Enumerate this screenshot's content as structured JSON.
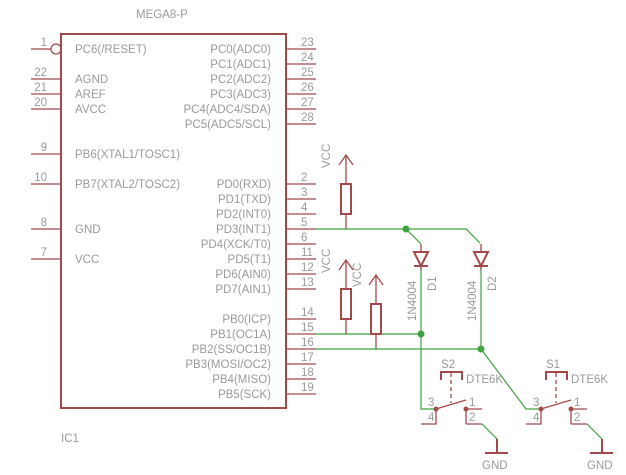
{
  "chip": {
    "value": "MEGA8-P",
    "name": "IC1",
    "left_pins": [
      {
        "num": "1",
        "label": "PC6(/RESET)"
      },
      {
        "num": "22",
        "label": "AGND"
      },
      {
        "num": "21",
        "label": "AREF"
      },
      {
        "num": "20",
        "label": "AVCC"
      },
      {
        "num": "9",
        "label": "PB6(XTAL1/TOSC1)"
      },
      {
        "num": "10",
        "label": "PB7(XTAL2/TOSC2)"
      },
      {
        "num": "8",
        "label": "GND"
      },
      {
        "num": "7",
        "label": "VCC"
      }
    ],
    "right_pins": [
      {
        "num": "23",
        "label": "PC0(ADC0)"
      },
      {
        "num": "24",
        "label": "PC1(ADC1)"
      },
      {
        "num": "25",
        "label": "PC2(ADC2)"
      },
      {
        "num": "26",
        "label": "PC3(ADC3)"
      },
      {
        "num": "27",
        "label": "PC4(ADC4/SDA)"
      },
      {
        "num": "28",
        "label": "PC5(ADC5/SCL)"
      },
      {
        "num": "2",
        "label": "PD0(RXD)"
      },
      {
        "num": "3",
        "label": "PD1(TXD)"
      },
      {
        "num": "4",
        "label": "PD2(INT0)"
      },
      {
        "num": "5",
        "label": "PD3(INT1)"
      },
      {
        "num": "6",
        "label": "PD4(XCK/T0)"
      },
      {
        "num": "11",
        "label": "PD5(T1)"
      },
      {
        "num": "12",
        "label": "PD6(AIN0)"
      },
      {
        "num": "13",
        "label": "PD7(AIN1)"
      },
      {
        "num": "14",
        "label": "PB0(ICP)"
      },
      {
        "num": "15",
        "label": "PB1(OC1A)"
      },
      {
        "num": "16",
        "label": "PB2(SS/OC1B)"
      },
      {
        "num": "17",
        "label": "PB3(MOSI/OC2)"
      },
      {
        "num": "18",
        "label": "PB4(MISO)"
      },
      {
        "num": "19",
        "label": "PB5(SCK)"
      }
    ]
  },
  "supplies": {
    "vcc": "VCC",
    "gnd": "GND"
  },
  "diodes": [
    {
      "name": "D1",
      "value": "1N4004"
    },
    {
      "name": "D2",
      "value": "1N4004"
    }
  ],
  "switches": [
    {
      "name": "S2",
      "value": "DTE6K",
      "pins": [
        "3",
        "1",
        "4",
        "2"
      ]
    },
    {
      "name": "S1",
      "value": "DTE6K",
      "pins": [
        "3",
        "1",
        "4",
        "2"
      ]
    }
  ],
  "colors": {
    "part": "#a24a4a",
    "wire": "#3fa33f",
    "text": "#9a9a9a"
  }
}
